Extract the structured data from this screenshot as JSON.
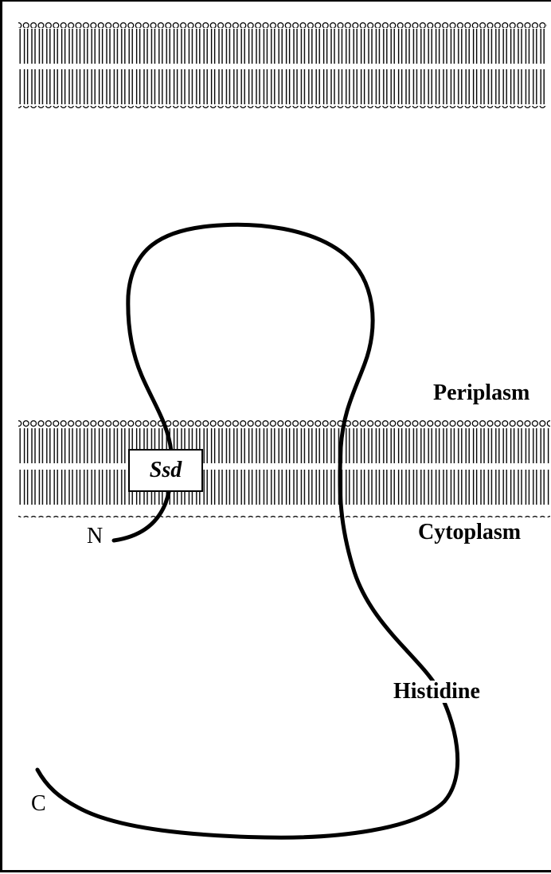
{
  "labels": {
    "periplasm": "Periplasm",
    "cytoplasm": "Cytoplasm",
    "histidine": "Histidine",
    "n_terminus": "N",
    "c_terminus": "C",
    "domain": "Ssd"
  },
  "colors": {
    "line": "#000000",
    "background": "#ffffff"
  }
}
